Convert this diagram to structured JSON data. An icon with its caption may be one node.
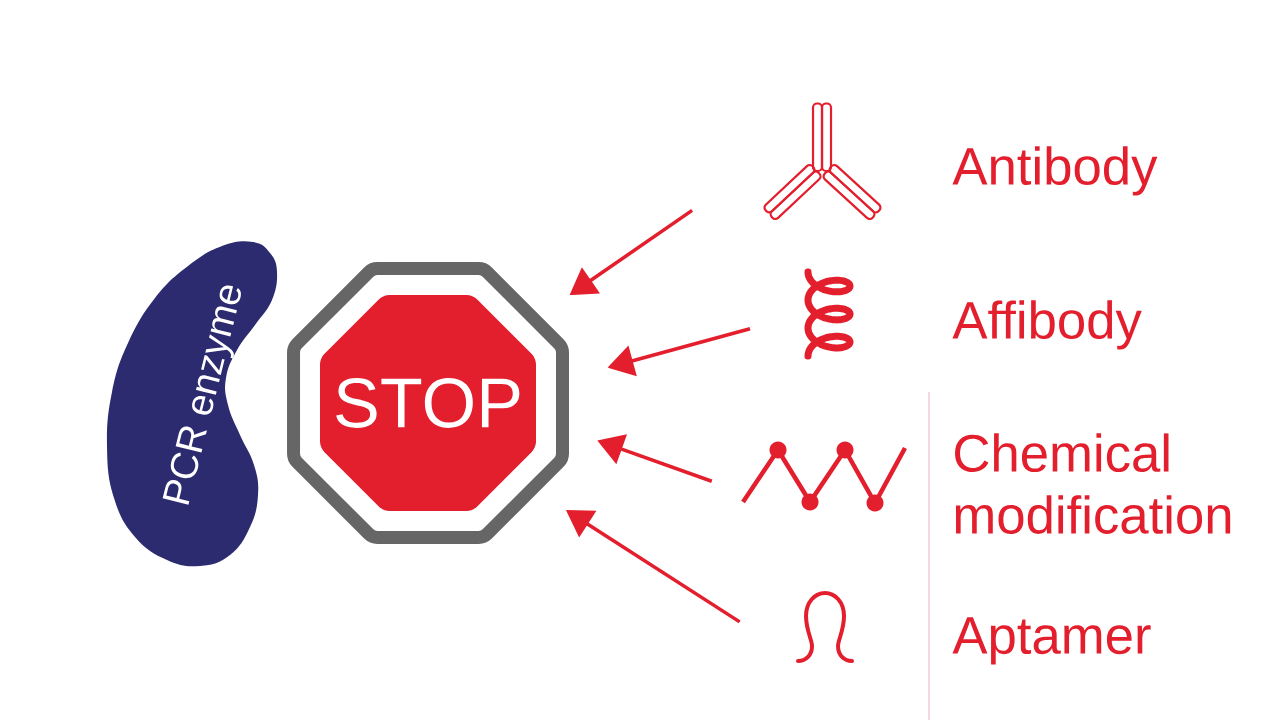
{
  "diagram": {
    "nodes": [
      {
        "text": [
          "PCR enzyme"
        ]
      },
      {
        "text": [
          "STOP"
        ]
      },
      {
        "text": [],
        "shape": "picture",
        "beside": [
          "Antibody"
        ]
      },
      {
        "text": [],
        "shape": "picture",
        "beside": [
          "Affibody"
        ]
      },
      {
        "text": [],
        "shape": "picture",
        "beside": [
          "Chemical modification"
        ]
      },
      {
        "text": [],
        "shape": "picture",
        "beside": [
          "Aptamer"
        ]
      }
    ],
    "edges": [
      {
        "from": 2,
        "to": 1,
        "arrow": "to"
      },
      {
        "from": 3,
        "to": 1,
        "arrow": "to"
      },
      {
        "from": 4,
        "to": 1,
        "arrow": "to"
      },
      {
        "from": 5,
        "to": 1,
        "arrow": "to"
      }
    ]
  }
}
